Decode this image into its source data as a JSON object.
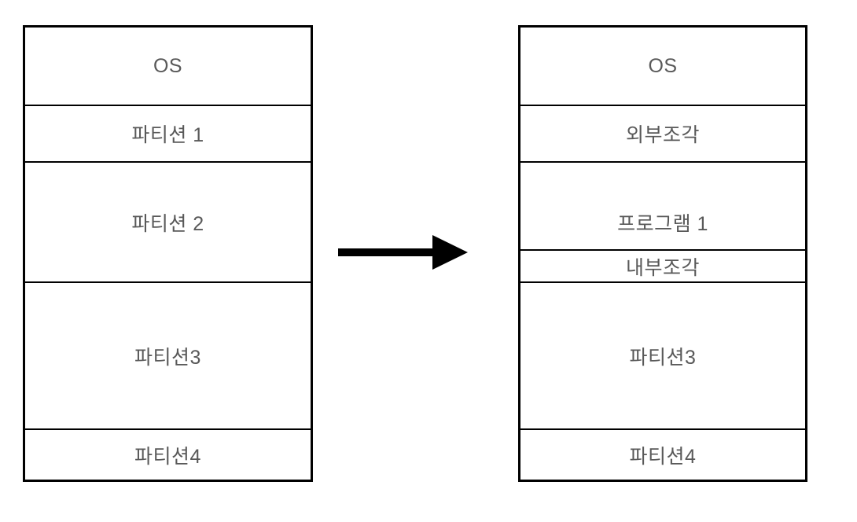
{
  "diagram": {
    "kind": "memory-partition-fragmentation-diagram",
    "before": {
      "rows": [
        {
          "label": "OS"
        },
        {
          "label": "파티션 1"
        },
        {
          "label": "파티션 2"
        },
        {
          "label": "파티션3"
        },
        {
          "label": "파티션4"
        }
      ]
    },
    "after": {
      "rows": [
        {
          "label": "OS"
        },
        {
          "label": "외부조각"
        },
        {
          "label": "프로그램 1"
        },
        {
          "label": "내부조각"
        },
        {
          "label": "파티션3"
        },
        {
          "label": "파티션4"
        }
      ]
    },
    "icons": {
      "arrow": "arrow-right-icon"
    },
    "colors": {
      "background": "#ffffff",
      "border": "#000000",
      "text": "#595959",
      "arrow": "#000000"
    }
  }
}
